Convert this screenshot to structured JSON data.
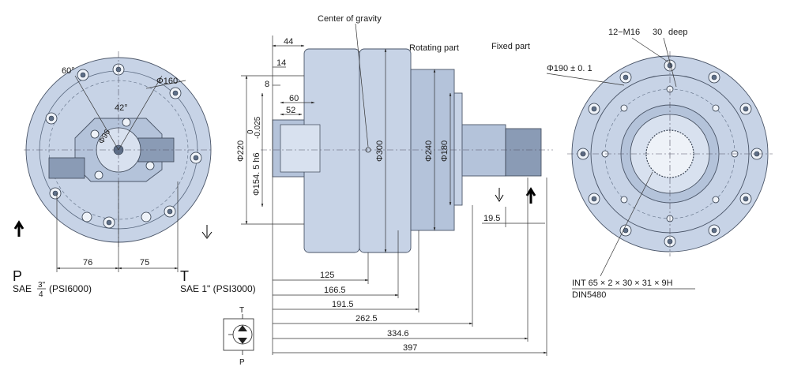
{
  "labels": {
    "center_of_gravity": "Center of gravity",
    "rotating_part": "Rotating part",
    "fixed_part": "Fixed part",
    "dia160": "Φ160",
    "dia96": "Φ96",
    "angle60": "60°",
    "angle42": "42°",
    "d76": "76",
    "d75": "75",
    "port_p_letter": "P",
    "port_p_spec_pre": "SAE",
    "port_p_frac_num": "3\"",
    "port_p_frac_den": "4",
    "port_p_spec_post": "(PSI6000)",
    "port_t_letter": "T",
    "port_t_spec": "SAE 1\" (PSI3000)",
    "d44": "44",
    "d14": "14",
    "d8": "8",
    "d60": "60",
    "d52": "52",
    "dia220": "Φ220",
    "dia154": "Φ154. 5 h6",
    "tol_upper": "0",
    "tol_lower": "-0.025",
    "dia300": "Φ300",
    "dia240": "Φ240",
    "dia180": "Φ180",
    "d19_5": "19.5",
    "d125": "125",
    "d166_5": "166.5",
    "d191_5": "191.5",
    "d262_5": "262.5",
    "d334_6": "334.6",
    "d397": "397",
    "m16": "12−M16",
    "deep30": "30",
    "deep_word": "deep",
    "dia190": "Φ190 ± 0. 1",
    "spline1": "INT 65 × 2 × 30 × 31 × 9H",
    "spline2": "DIN5480",
    "sym_t": "T",
    "sym_p": "P"
  },
  "colors": {
    "body": "#c7d3e6",
    "body_dark": "#8a9bb5",
    "outline": "#4a5568"
  }
}
